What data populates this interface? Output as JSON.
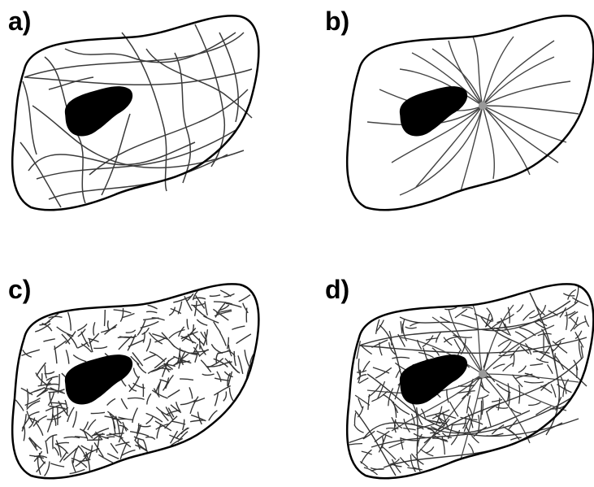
{
  "panels": [
    {
      "id": "a",
      "label": "a)"
    },
    {
      "id": "b",
      "label": "b)"
    },
    {
      "id": "c",
      "label": "c)"
    },
    {
      "id": "d",
      "label": "d)"
    }
  ],
  "colors": {
    "outline": "#000000",
    "fiber": "#333333",
    "nucleus": "#000000",
    "centrosome": "#999999",
    "background": "#ffffff"
  }
}
